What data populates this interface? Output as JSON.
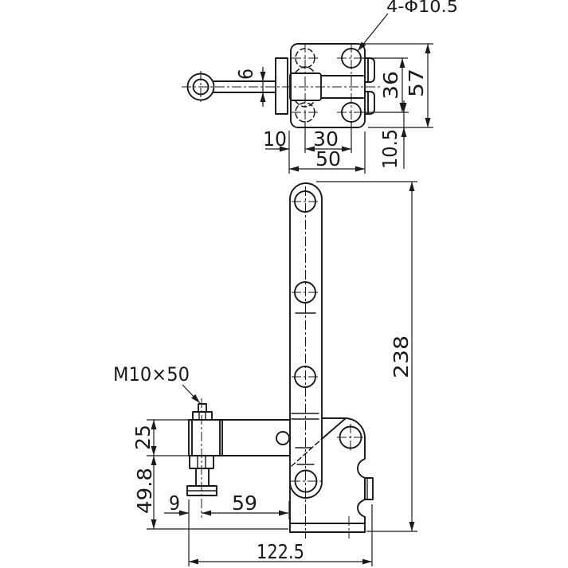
{
  "drawing": {
    "type": "technical-drawing",
    "background_color": "#ffffff",
    "line_color": "#1a1a1a",
    "top_view": {
      "hole_callout": "4-Φ10.5",
      "rod_width": "6",
      "hole_spacing_vertical": "36",
      "plate_height": "57",
      "edge_to_hole": "10",
      "hole_spacing_horizontal": "30",
      "plate_width": "50",
      "hole_to_edge": "10.5"
    },
    "front_view": {
      "overall_height": "238",
      "spindle_callout": "M10×50",
      "arm_height": "25",
      "arm_to_base_bottom": "49.8",
      "arm_end_to_spindle": "9",
      "spindle_to_column": "59",
      "overall_length": "122.5"
    }
  }
}
